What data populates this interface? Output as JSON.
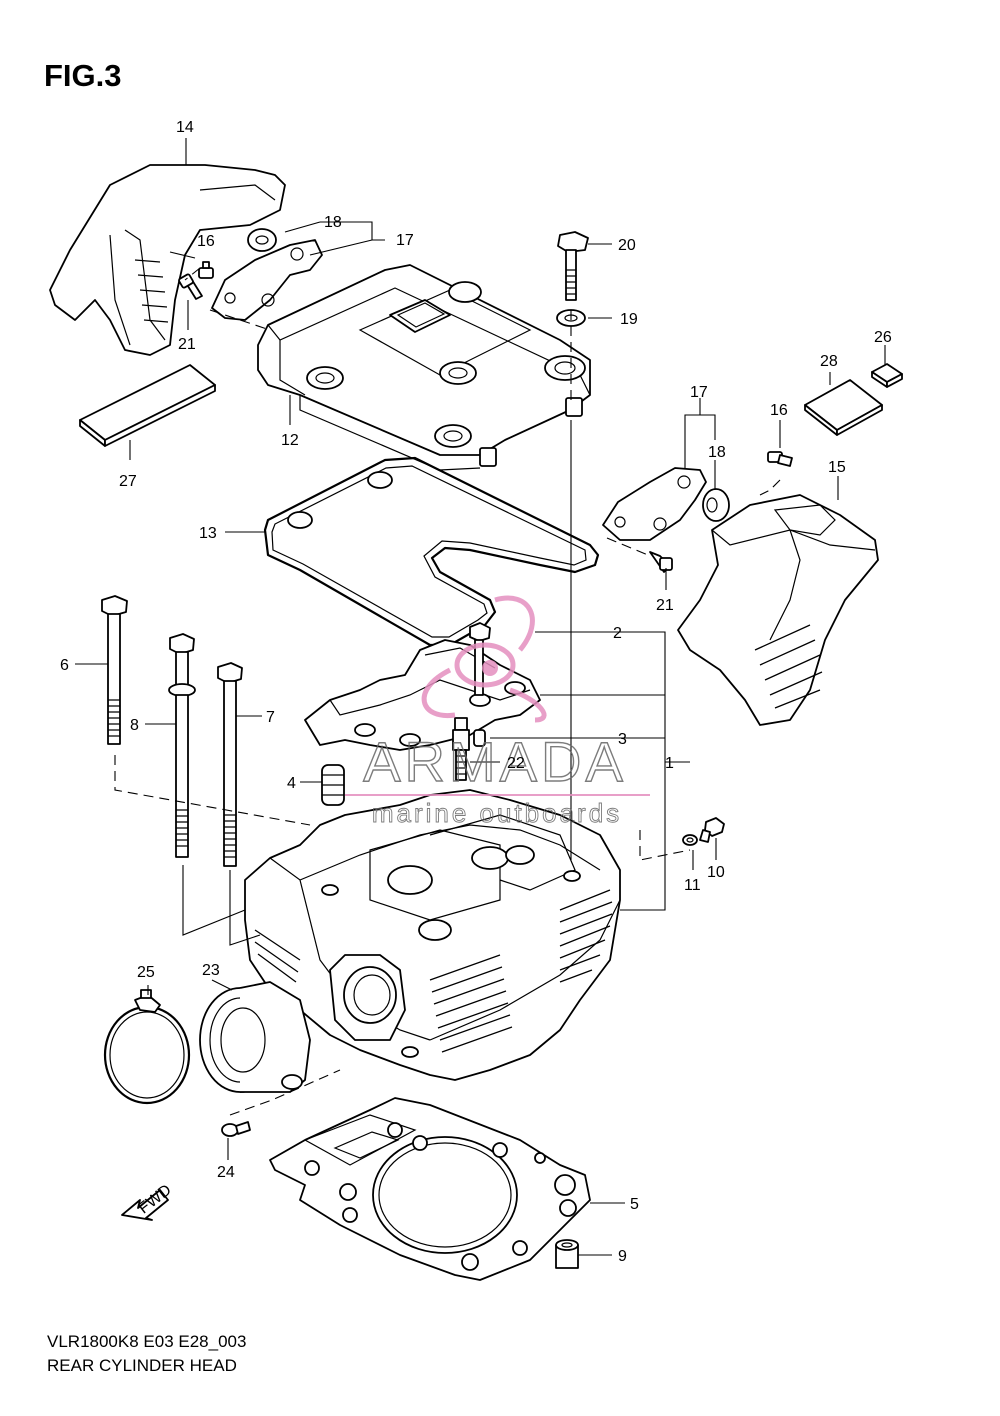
{
  "figure": {
    "title": "FIG.3"
  },
  "watermark": {
    "brand": "ARMADA",
    "tagline": "marine outboards",
    "color": "#e48fbf"
  },
  "callouts": [
    "1",
    "2",
    "3",
    "4",
    "5",
    "6",
    "7",
    "8",
    "9",
    "10",
    "11",
    "12",
    "13",
    "14",
    "15",
    "16",
    "16",
    "17",
    "17",
    "18",
    "18",
    "19",
    "20",
    "21",
    "21",
    "22",
    "23",
    "24",
    "25",
    "26",
    "27",
    "28"
  ],
  "footer": {
    "code": "VLR1800K8 E03 E28_003",
    "caption": "REAR CYLINDER HEAD"
  },
  "fwd_arrow": {
    "label": "FWD"
  }
}
